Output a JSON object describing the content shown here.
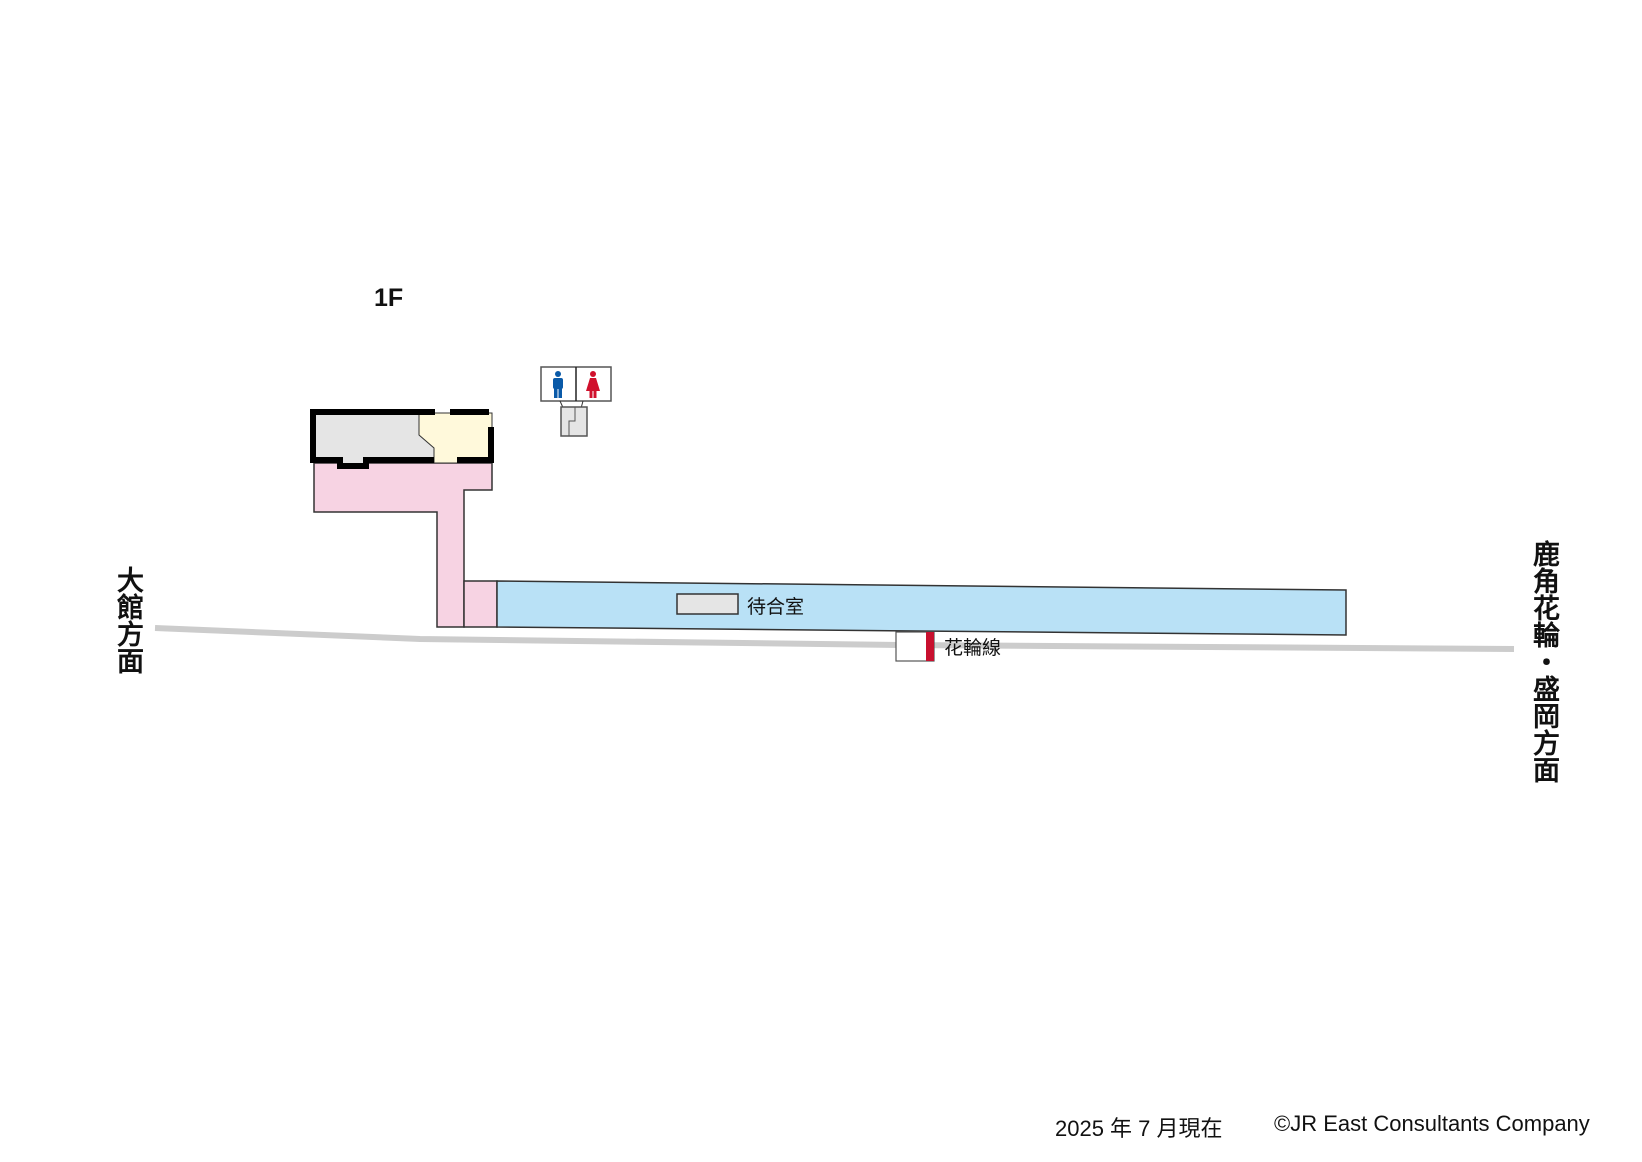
{
  "floor_label": "1F",
  "rooms": {
    "waiting_room": "待合室"
  },
  "line_name": "花輪線",
  "directions": {
    "left": "大館方面",
    "right": "鹿角花輪・盛岡方面"
  },
  "icons": {
    "toilet": "toilet-men-women-icon",
    "line_sign": "line-sign-icon"
  },
  "colors": {
    "platform": "#b9e1f6",
    "concourse": "#f7d3e3",
    "office": "#e5e5e5",
    "entrance": "#fff9db",
    "men": "#0a5aa8",
    "women": "#d0102c",
    "track": "#cccccc",
    "line_accent": "#c8102e"
  },
  "footer": {
    "date": "2025 年 7 月現在",
    "copyright": "©JR East Consultants Company"
  }
}
